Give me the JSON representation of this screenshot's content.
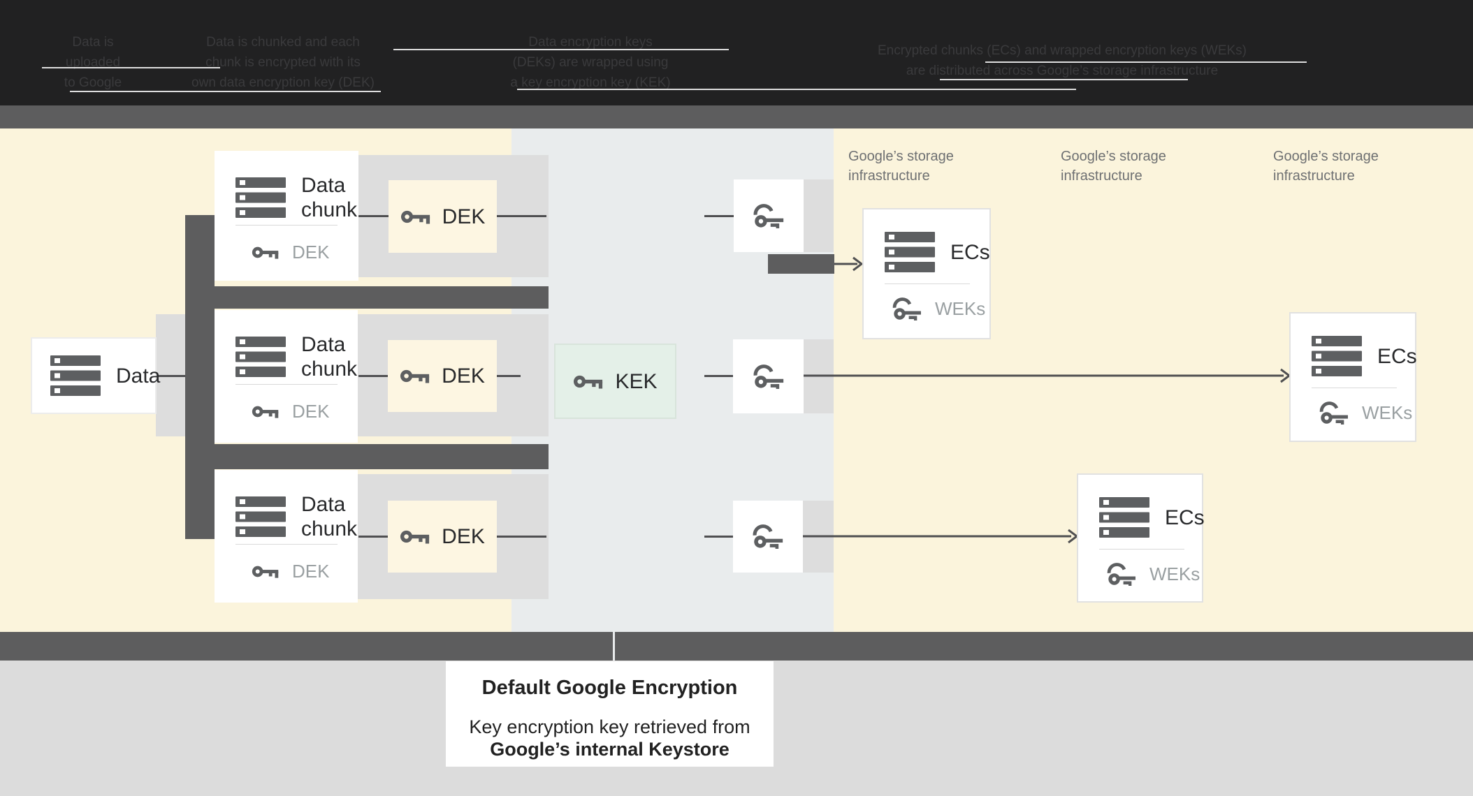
{
  "header": {
    "steps": [
      {
        "lines": [
          "Data is",
          "uploaded",
          "to Google"
        ]
      },
      {
        "lines": [
          "Data is chunked and each",
          "chunk is encrypted with its",
          "own data encryption key (DEK)"
        ]
      },
      {
        "lines": [
          "Data encryption keys",
          "(DEKs) are wrapped using",
          "a key encryption key (KEK)"
        ]
      },
      {
        "lines": [
          "Encrypted chunks (ECs) and wrapped encryption keys (WEKs)",
          "are distributed across Google’s storage infrastructure"
        ]
      }
    ]
  },
  "diagram": {
    "data_box": {
      "label": "Data"
    },
    "chunks": [
      {
        "title_lines": [
          "Data",
          "chunk"
        ],
        "key_label": "DEK"
      },
      {
        "title_lines": [
          "Data",
          "chunk"
        ],
        "key_label": "DEK"
      },
      {
        "title_lines": [
          "Data",
          "chunk"
        ],
        "key_label": "DEK"
      }
    ],
    "dek_boxes": [
      {
        "label": "DEK"
      },
      {
        "label": "DEK"
      },
      {
        "label": "DEK"
      }
    ],
    "kek_box": {
      "label": "KEK"
    },
    "storage_labels": [
      [
        "Google’s storage",
        "infrastructure"
      ],
      [
        "Google’s storage",
        "infrastructure"
      ],
      [
        "Google’s storage",
        "infrastructure"
      ]
    ],
    "ec_boxes": [
      {
        "title": "ECs",
        "key_label": "WEKs"
      },
      {
        "title": "ECs",
        "key_label": "WEKs"
      },
      {
        "title": "ECs",
        "key_label": "WEKs"
      }
    ]
  },
  "caption": {
    "title": "Default Google Encryption",
    "line1": "Key encryption key retrieved from",
    "line2": "Google’s internal Keystore"
  },
  "icons": {
    "data": "server-stack-icon",
    "key": "key-icon",
    "wrapped_key": "wrapped-key-icon",
    "arrow": "right-arrow-icon"
  },
  "colors": {
    "header_bg": "#212122",
    "header_text": "#3a3a3c",
    "strip_gray": "#5d5d5e",
    "section_yellow": "#fbf4dc",
    "section_blue_gray": "#e9eced",
    "band_gray": "#dddddd",
    "dek_yellow": "#fdf6e2",
    "kek_green": "#e4f0e8",
    "kek_border": "#d8e4db",
    "box_border": "#e1e1e1",
    "icon_gray": "#5d5f61",
    "label_dark": "#28292b",
    "label_gray": "#9aa0a2",
    "storage_text": "#6e7072",
    "line_dark": "#4f4f51",
    "footer_bg": "#dcdcdc",
    "caption_text": "#212121"
  }
}
